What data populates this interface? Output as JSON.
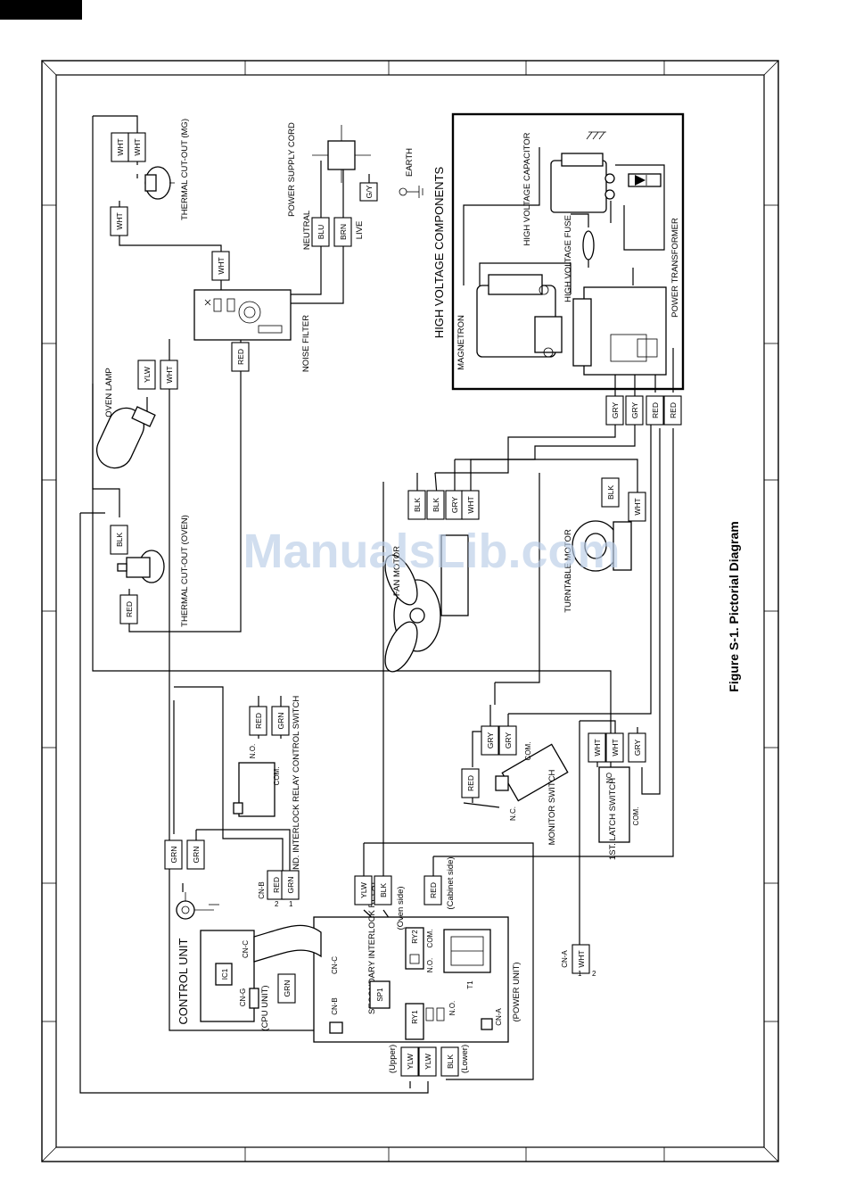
{
  "caption": "Figure S-1. Pictorial Diagram",
  "watermark": "ManualsLib.com",
  "hv_section_title": "HIGH VOLTAGE COMPONENTS",
  "components": {
    "thermal_mg": "THERMAL CUT-OUT (MG)",
    "power_cord": "POWER SUPPLY CORD",
    "earth": "EARTH",
    "neutral": "NEUTRAL",
    "live": "LIVE",
    "noise_filter": "NOISE FILTER",
    "oven_lamp": "OVEN LAMP",
    "thermal_oven": "THERMAL CUT-OUT (OVEN)",
    "magnetron": "MAGNETRON",
    "hv_fuse": "HIGH VOLTAGE FUSE",
    "hv_capacitor": "HIGH VOLTAGE CAPACITOR",
    "power_transformer": "POWER TRANSFORMER",
    "fan_motor": "FAN MOTOR",
    "turntable_motor": "TURNTABLE MOTOR",
    "interlock_2nd": "2ND. INTERLOCK RELAY CONTROL SWITCH",
    "monitor_switch": "MONITOR SWITCH",
    "latch_1st": "1ST. LATCH SWITCH",
    "control_unit": "CONTROL UNIT",
    "cpu_unit": "(CPU UNIT)",
    "power_unit": "(POWER UNIT)",
    "secondary_relay": "SECONDARY INTERLOCK RELAY",
    "oven_side": "(Oven side)",
    "cabinet_side": "(Cabinet side)",
    "upper": "(Upper)",
    "lower": "(Lower)"
  },
  "board_labels": {
    "ic1": "IC1",
    "cn_c": "CN-C",
    "cn_g": "CN-G",
    "cn_b": "CN-B",
    "cn_a": "CN-A",
    "ry1": "RY1",
    "ry2": "RY2",
    "sp1": "SP1",
    "t1": "T1",
    "com": "COM.",
    "no": "N.O.",
    "nc": "N.C.",
    "no2": "NO"
  },
  "wire_tags": {
    "wht": "WHT",
    "blk": "BLK",
    "red": "RED",
    "ylw": "YLW",
    "grn": "GRN",
    "gry": "GRY",
    "blu": "BLU",
    "brn": "BRN",
    "gy": "G/Y",
    "pin1": "1",
    "pin2": "2"
  },
  "colors": {
    "line": "#000000",
    "watermark": "#b8cde6",
    "background": "#ffffff"
  }
}
